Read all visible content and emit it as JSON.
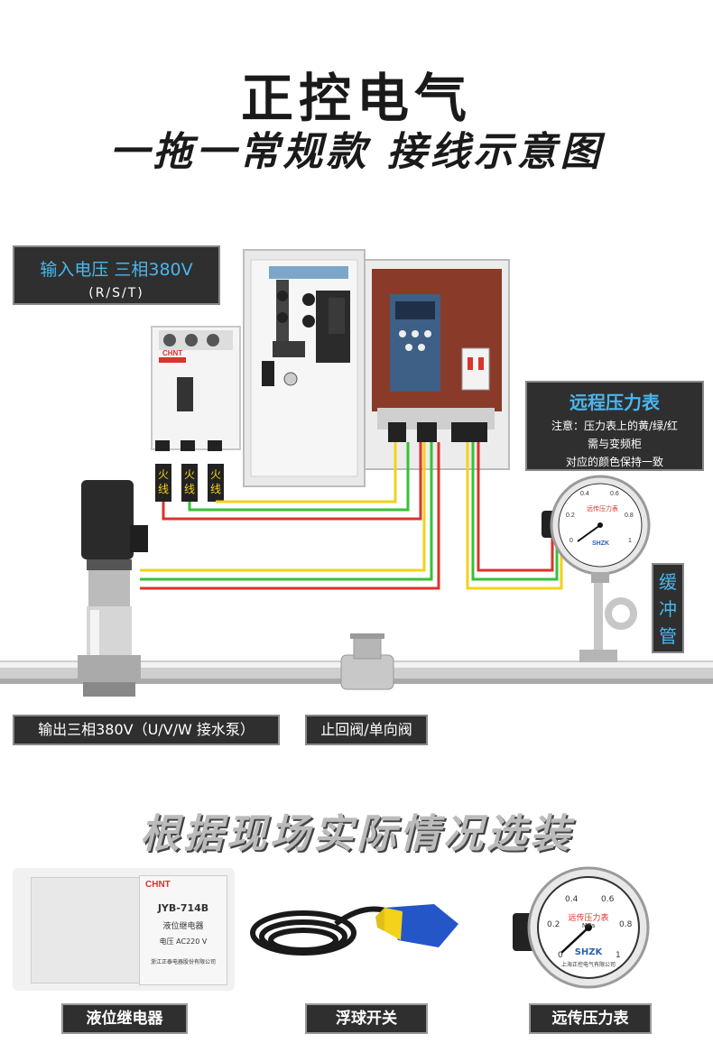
{
  "header": {
    "brand_title": "正控电气",
    "subtitle": "一拖一常规款 接线示意图"
  },
  "labels": {
    "input_voltage": "输入电压 三相380V",
    "input_phases": "(R/S/T)",
    "remote_gauge_title": "远程压力表",
    "remote_gauge_note_1": "注意：压力表上的黄/绿/红",
    "remote_gauge_note_2": "需与变频柜",
    "remote_gauge_note_3": "对应的颜色保持一致",
    "live_wire_chars": [
      "火",
      "线"
    ],
    "buffer_tube": [
      "缓",
      "冲",
      "管"
    ],
    "output_pump": "输出三相380V（U/V/W 接水泵）",
    "check_valve": "止回阀/单向阀"
  },
  "breaker": {
    "brand": "CHNT"
  },
  "gauge": {
    "face_text": "远传压力表",
    "brand": "SHZK",
    "unit": "MPa",
    "ticks": [
      "0",
      "0.2",
      "0.4",
      "0.6",
      "0.8",
      "1"
    ],
    "maker": "上海正控电气有限公司"
  },
  "options_section": {
    "title": "根据现场实际情况选装",
    "relay": {
      "brand": "CHNT",
      "model": "JYB-714B",
      "type_text": "液位继电器",
      "voltage_text": "电压 AC220 V",
      "maker": "浙江正泰电器股份有限公司",
      "label": "液位继电器"
    },
    "float_switch": {
      "label": "浮球开关"
    },
    "remote_gauge": {
      "label": "远传压力表"
    }
  },
  "colors": {
    "wire_red": "#d9342b",
    "wire_green": "#36c236",
    "wire_yellow": "#f2d21a",
    "label_bg": "#2f2f2f",
    "accent_blue": "#4ab6ee"
  }
}
